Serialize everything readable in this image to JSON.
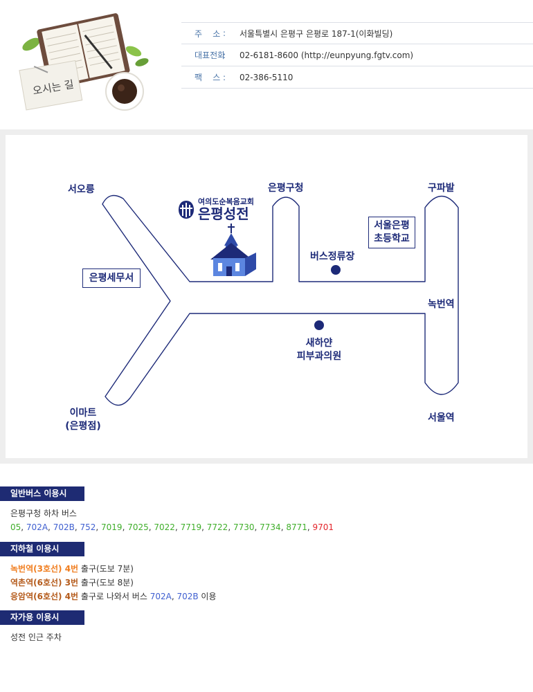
{
  "header": {
    "illustration_text": "오시는 길",
    "info_rows": [
      {
        "label": "주    소",
        "colon": ":",
        "value": "서울특별시 은평구 은평로 187-1(이화빌딩)"
      },
      {
        "label": "대표전화",
        "colon": ":",
        "value": "02-6181-8600 (http://eunpyung.fgtv.com)"
      },
      {
        "label": "팩    스",
        "colon": ":",
        "value": "02-386-5110"
      }
    ]
  },
  "map": {
    "church_sub": "여의도순복음교회",
    "church_main": "은평성전",
    "labels": {
      "seooreung": "서오릉",
      "eunpyeong_gucheong": "은평구청",
      "gupabal": "구파발",
      "school_line1": "서울은평",
      "school_line2": "초등학교",
      "bus_stop": "버스정류장",
      "tax_office": "은평세무서",
      "nokbeon": "녹번역",
      "clinic_line1": "새하얀",
      "clinic_line2": "피부과의원",
      "emart_line1": "이마트",
      "emart_line2": "(은평점)",
      "seoul_station": "서울역"
    },
    "colors": {
      "road": "#1d2a78",
      "accent": "#1e2b73"
    }
  },
  "directions": {
    "bus": {
      "title": "일반버스 이용시",
      "line1": "은평구청 하차 버스",
      "routes": [
        {
          "num": "05",
          "color": "green"
        },
        {
          "num": "702A",
          "color": "blue"
        },
        {
          "num": "702B",
          "color": "blue"
        },
        {
          "num": "752",
          "color": "blue"
        },
        {
          "num": "7019",
          "color": "green"
        },
        {
          "num": "7025",
          "color": "green"
        },
        {
          "num": "7022",
          "color": "green"
        },
        {
          "num": "7719",
          "color": "green"
        },
        {
          "num": "7722",
          "color": "green"
        },
        {
          "num": "7730",
          "color": "green"
        },
        {
          "num": "7734",
          "color": "green"
        },
        {
          "num": "8771",
          "color": "green"
        },
        {
          "num": "9701",
          "color": "red"
        }
      ],
      "separator": ", "
    },
    "subway": {
      "title": "지하철 이용시",
      "row1_station": "녹번역(3호선) 4번",
      "row1_rest": " 출구(도보 7분)",
      "row2_station": "역촌역(6호선) 3번",
      "row2_rest": " 출구(도보 8분)",
      "row3_station": "응암역(6호선) 4번",
      "row3_mid": " 출구로 나와서 버스 ",
      "row3_bus1": "702A",
      "row3_sep": ", ",
      "row3_bus2": "702B",
      "row3_end": " 이용"
    },
    "car": {
      "title": "자가용 이용시",
      "text": "성전 인근 주차"
    }
  }
}
